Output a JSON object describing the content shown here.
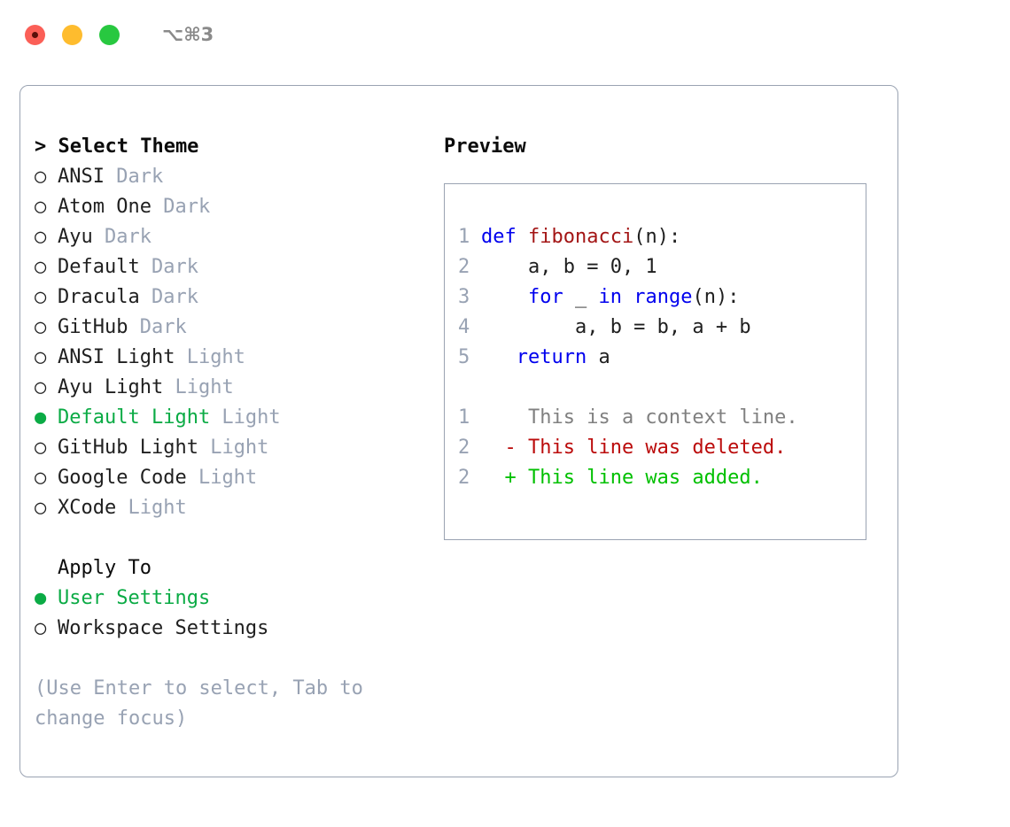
{
  "titlebar": {
    "shortcut": "⌥⌘3",
    "buttons": [
      {
        "name": "close",
        "color": "#fb5f57"
      },
      {
        "name": "minimize",
        "color": "#febc2e"
      },
      {
        "name": "maximize",
        "color": "#28c840"
      }
    ]
  },
  "theme_picker": {
    "heading": "> Select Theme",
    "options": [
      {
        "bullet": "○",
        "label": "ANSI",
        "tag": "Dark",
        "selected": false
      },
      {
        "bullet": "○",
        "label": "Atom One",
        "tag": "Dark",
        "selected": false
      },
      {
        "bullet": "○",
        "label": "Ayu",
        "tag": "Dark",
        "selected": false
      },
      {
        "bullet": "○",
        "label": "Default",
        "tag": "Dark",
        "selected": false
      },
      {
        "bullet": "○",
        "label": "Dracula",
        "tag": "Dark",
        "selected": false
      },
      {
        "bullet": "○",
        "label": "GitHub",
        "tag": "Dark",
        "selected": false
      },
      {
        "bullet": "○",
        "label": "ANSI Light",
        "tag": "Light",
        "selected": false
      },
      {
        "bullet": "○",
        "label": "Ayu Light",
        "tag": "Light",
        "selected": false
      },
      {
        "bullet": "●",
        "label": "Default Light",
        "tag": "Light",
        "selected": true
      },
      {
        "bullet": "○",
        "label": "GitHub Light",
        "tag": "Light",
        "selected": false
      },
      {
        "bullet": "○",
        "label": "Google Code",
        "tag": "Light",
        "selected": false
      },
      {
        "bullet": "○",
        "label": "XCode",
        "tag": "Light",
        "selected": false
      }
    ]
  },
  "apply_to": {
    "heading": "Apply To",
    "options": [
      {
        "bullet": "●",
        "label": "User Settings",
        "selected": true
      },
      {
        "bullet": "○",
        "label": "Workspace Settings",
        "selected": false
      }
    ]
  },
  "hint": "(Use Enter to select, Tab to change focus)",
  "preview": {
    "heading": "Preview",
    "code_lines": [
      {
        "number": "1",
        "tokens": [
          {
            "text": "def ",
            "kind": "kw"
          },
          {
            "text": "fibonacci",
            "kind": "fn"
          },
          {
            "text": "(n):",
            "kind": "pl"
          }
        ]
      },
      {
        "number": "2",
        "tokens": [
          {
            "text": "    a, b = 0, 1",
            "kind": "pl"
          }
        ]
      },
      {
        "number": "3",
        "tokens": [
          {
            "text": "    ",
            "kind": "pl"
          },
          {
            "text": "for",
            "kind": "kw"
          },
          {
            "text": " _ ",
            "kind": "pl"
          },
          {
            "text": "in range",
            "kind": "kw"
          },
          {
            "text": "(n):",
            "kind": "pl"
          }
        ]
      },
      {
        "number": "4",
        "tokens": [
          {
            "text": "        a, b = b, a + b",
            "kind": "pl"
          }
        ]
      },
      {
        "number": "5",
        "tokens": [
          {
            "text": "   ",
            "kind": "pl"
          },
          {
            "text": "return",
            "kind": "kw"
          },
          {
            "text": " a",
            "kind": "pl"
          }
        ]
      }
    ],
    "diff_lines": [
      {
        "number": "1",
        "marker": " ",
        "text": "This is a context line.",
        "kind": "ctx"
      },
      {
        "number": "2",
        "marker": "-",
        "text": "This line was deleted.",
        "kind": "del"
      },
      {
        "number": "2",
        "marker": "+",
        "text": "This line was added.",
        "kind": "add"
      }
    ]
  },
  "colors": {
    "accent_green": "#0bab45",
    "muted": "#98a2b3",
    "border": "#9aa3b2",
    "keyword_blue": "#0000ee",
    "function_red": "#a31515",
    "diff_delete": "#bb0b0b",
    "diff_add": "#00c000",
    "diff_context": "#808080"
  }
}
